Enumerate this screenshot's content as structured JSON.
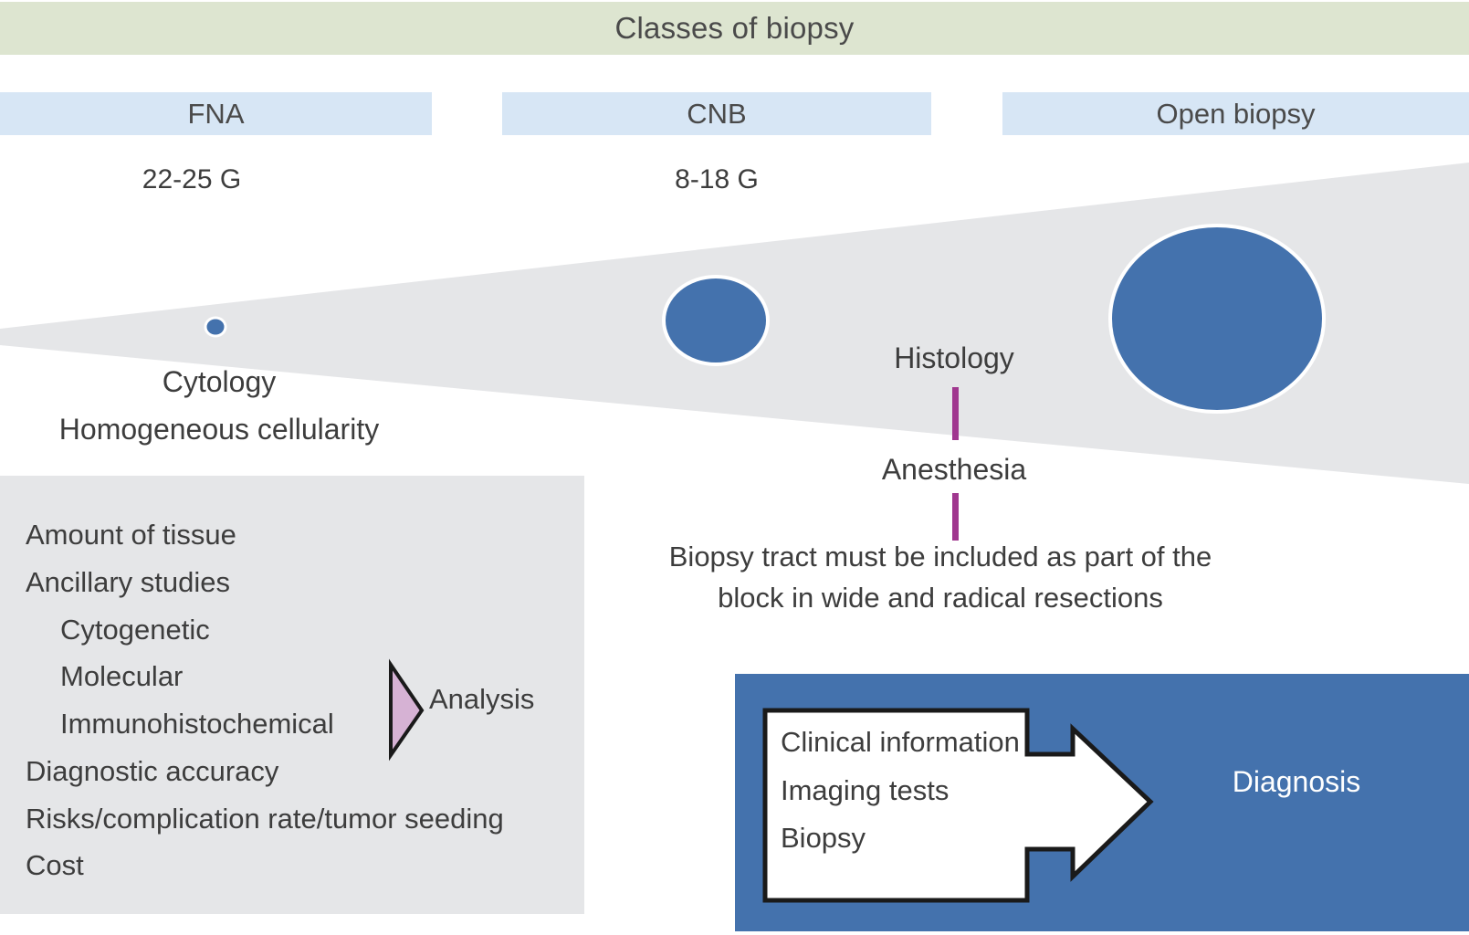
{
  "title": {
    "text": "Classes of biopsy",
    "bg": "#dde5d0"
  },
  "classes": [
    {
      "label": "FNA",
      "gauge": "22-25 G"
    },
    {
      "label": "CNB",
      "gauge": "8-18 G"
    },
    {
      "label": "Open biopsy",
      "gauge": ""
    }
  ],
  "wedge": {
    "fill": "#e5e6e8",
    "sample_circle_color": "#4472ad",
    "samples": [
      {
        "class": "FNA",
        "relative_size": "very-small"
      },
      {
        "class": "CNB",
        "relative_size": "medium"
      },
      {
        "class": "Open biopsy",
        "relative_size": "large"
      }
    ]
  },
  "fna_notes": {
    "line1": "Cytology",
    "line2": "Homogeneous cellularity"
  },
  "right_notes": {
    "histology": "Histology",
    "anesthesia": "Anesthesia",
    "connector_color": "#a0378f",
    "tract_line1": "Biopsy tract must be included as part of the",
    "tract_line2": "block in wide and radical resections"
  },
  "comparison_panel": {
    "bg": "#e5e6e8",
    "items": [
      {
        "text": "Amount of tissue",
        "indent": false
      },
      {
        "text": "Ancillary studies",
        "indent": false
      },
      {
        "text": "Cytogenetic",
        "indent": true
      },
      {
        "text": "Molecular",
        "indent": true
      },
      {
        "text": "Immunohistochemical",
        "indent": true
      },
      {
        "text": "Diagnostic accuracy",
        "indent": false
      },
      {
        "text": "Risks/complication rate/tumor seeding",
        "indent": false
      },
      {
        "text": "Cost",
        "indent": false
      }
    ],
    "analysis_label": "Analysis",
    "analysis_arrow_fill": "#d6b2d4"
  },
  "diagnosis_box": {
    "bg": "#4472ad",
    "inputs": [
      "Clinical information",
      "Imaging tests",
      "Biopsy"
    ],
    "result_label": "Diagnosis",
    "arrow_fill": "#ffffff",
    "arrow_stroke": "#1a1a1a"
  }
}
